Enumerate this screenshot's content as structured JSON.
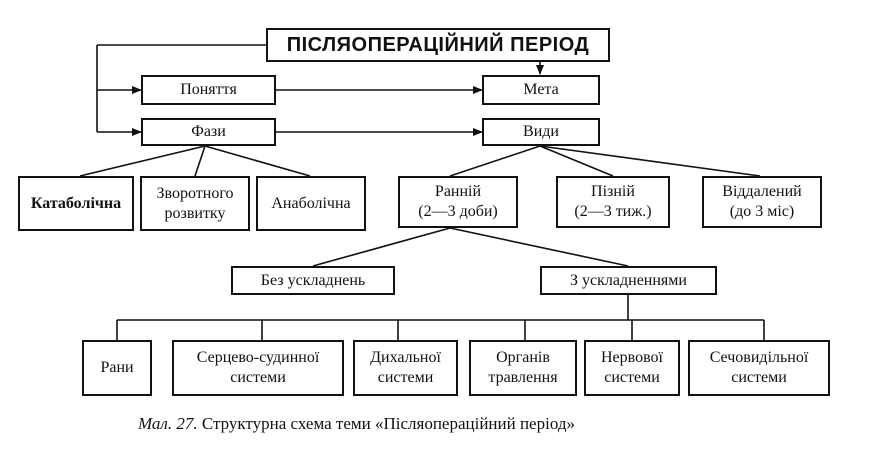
{
  "title": "ПІСЛЯОПЕРАЦІЙНИЙ ПЕРІОД",
  "level1": {
    "concept": "Поняття",
    "goal": "Мета"
  },
  "level2": {
    "phases": "Фази",
    "types": "Види"
  },
  "phases": [
    {
      "lines": [
        "Катаболічна"
      ]
    },
    {
      "lines": [
        "Зворотного",
        "розвитку"
      ]
    },
    {
      "lines": [
        "Анаболічна"
      ]
    }
  ],
  "types": [
    {
      "lines": [
        "Ранній",
        "(2—3 доби)"
      ]
    },
    {
      "lines": [
        "Пізній",
        "(2—3 тиж.)"
      ]
    },
    {
      "lines": [
        "Віддалений",
        "(до 3 міс)"
      ]
    }
  ],
  "course": {
    "without": "Без ускладнень",
    "with": "З ускладненнями"
  },
  "complications": [
    {
      "lines": [
        "Рани"
      ]
    },
    {
      "lines": [
        "Серцево-судинної",
        "системи"
      ]
    },
    {
      "lines": [
        "Дихальної",
        "системи"
      ]
    },
    {
      "lines": [
        "Органів",
        "травлення"
      ]
    },
    {
      "lines": [
        "Нервової",
        "системи"
      ]
    },
    {
      "lines": [
        "Сечовидільної",
        "системи"
      ]
    }
  ],
  "caption": {
    "label": "Мал. 27.",
    "text": "Структурна схема теми «Післяопераційний період»"
  }
}
